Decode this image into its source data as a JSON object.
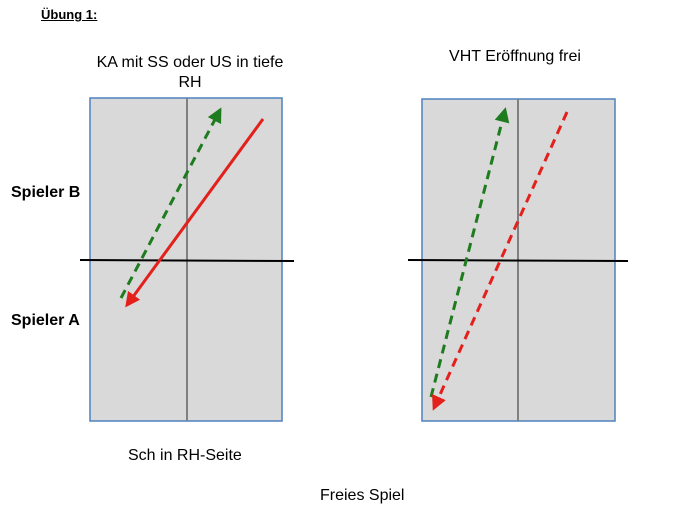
{
  "title": "Übung 1:",
  "left_panel": {
    "caption": "KA mit SS oder US in tiefe RH",
    "footer": "Sch in RH-Seite"
  },
  "right_panel": {
    "caption": "VHT Eröffnung frei"
  },
  "players": {
    "top": "Spieler B",
    "bottom": "Spieler A"
  },
  "footer": "Freies Spiel",
  "colors": {
    "table": "#d9d9d9",
    "table_border": "#4f81bd",
    "center_line": "#808080",
    "net": "#000000",
    "arrow_green": "#1e7b1e",
    "arrow_red": "#e3201b"
  },
  "arrow_styles": {
    "left_green": "dashed",
    "left_red": "solid",
    "right_green": "dashed",
    "right_red": "dashed"
  }
}
